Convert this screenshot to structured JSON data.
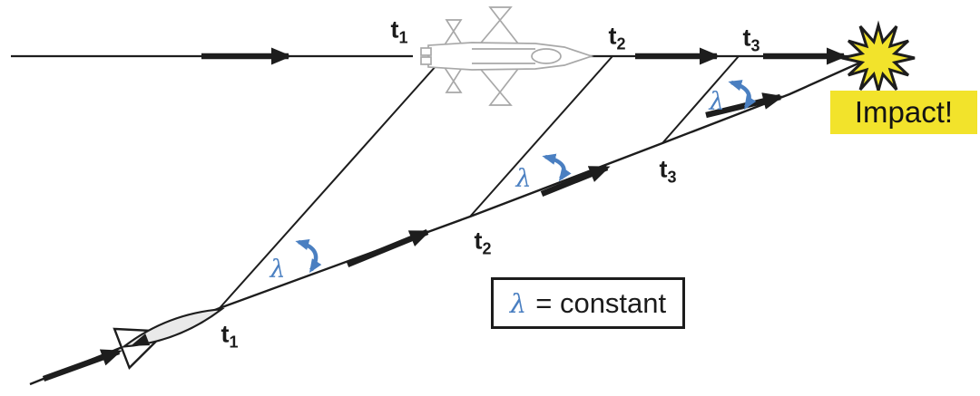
{
  "diagram": {
    "aircraft_track": {
      "time_labels": [
        {
          "base": "t",
          "sub": "1"
        },
        {
          "base": "t",
          "sub": "2"
        },
        {
          "base": "t",
          "sub": "3"
        }
      ]
    },
    "missile_track": {
      "time_labels": [
        {
          "base": "t",
          "sub": "1"
        },
        {
          "base": "t",
          "sub": "2"
        },
        {
          "base": "t",
          "sub": "3"
        }
      ]
    },
    "angle_markers": [
      {
        "symbol": "λ"
      },
      {
        "symbol": "λ"
      },
      {
        "symbol": "λ"
      }
    ],
    "legend": {
      "symbol": "λ",
      "text": "= constant"
    },
    "impact": {
      "label": "Impact!"
    },
    "icons": {
      "aircraft": "fighter-jet-icon",
      "missile": "missile-icon",
      "impact_burst": "explosion-starburst-icon",
      "angle_arrows": "curved-double-arrow-icon"
    },
    "colors": {
      "line": "#1d1d1d",
      "angle_blue": "#4a7fc1",
      "highlight_yellow": "#f2e32b",
      "jet_gray": "#a8a8a8"
    }
  }
}
